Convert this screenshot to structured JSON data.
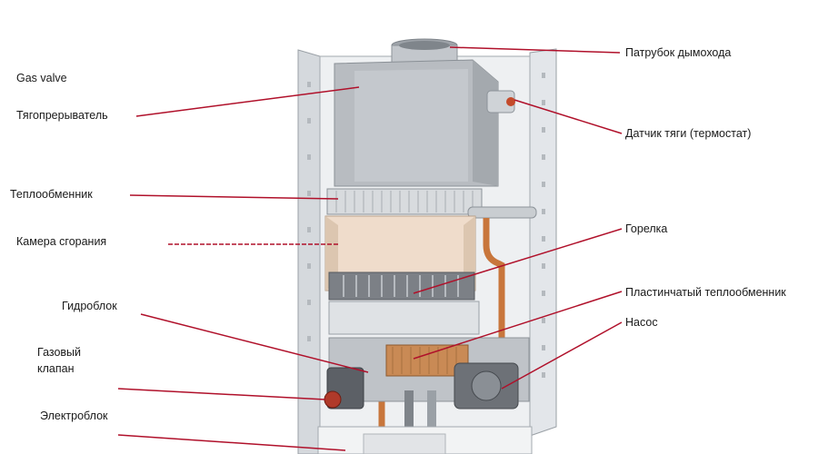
{
  "labels": {
    "gas_valve_en": "Gas valve",
    "draft_breaker": "Тягопрерыватель",
    "heat_exchanger": "Теплообменник",
    "combustion_chamber": "Камера сгорания",
    "hydro_block": "Гидроблок",
    "gas_valve_line1": "Газовый",
    "gas_valve_line2": "клапан",
    "electro_block": "Электроблок",
    "flue_pipe": "Патрубок дымохода",
    "draft_sensor": "Датчик тяги (термостат)",
    "burner": "Горелка",
    "plate_heat_exchanger": "Пластинчатый  теплообменник",
    "pump": "Насос"
  },
  "colors": {
    "leader_line": "#b0102a",
    "casing": "#e9ecef",
    "hood": "#b9bdc2",
    "chamber": "#efdccb",
    "copper": "#c8763c",
    "burner": "#7c8086"
  }
}
